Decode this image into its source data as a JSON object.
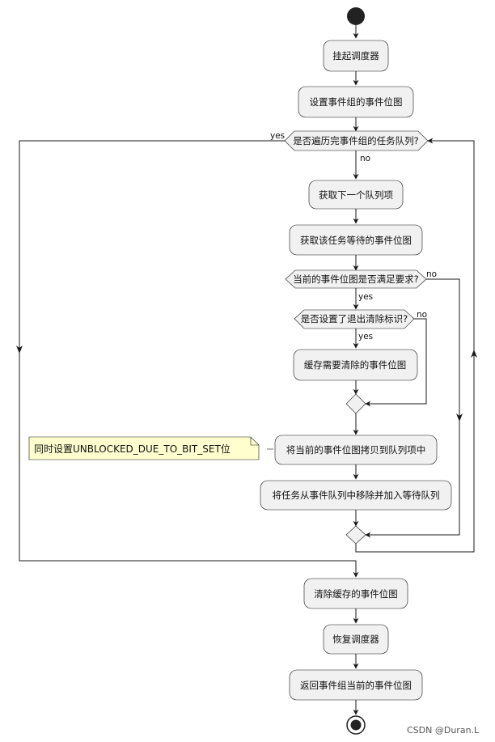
{
  "actions": {
    "suspend_scheduler": "挂起调度器",
    "set_event_bits": "设置事件组的事件位图",
    "get_next_item": "获取下一个队列项",
    "get_wait_bits": "获取该任务等待的事件位图",
    "cache_clear_bits": "缓存需要清除的事件位图",
    "copy_bits": "将当前的事件位图拷贝到队列项中",
    "move_task": "将任务从事件队列中移除并加入等待队列",
    "clear_cached_bits": "清除缓存的事件位图",
    "resume_scheduler": "恢复调度器",
    "return_bits": "返回事件组当前的事件位图"
  },
  "decisions": {
    "list_done": "是否遍历完事件组的任务队列?",
    "bits_satisfied": "当前的事件位图是否满足要求?",
    "clear_on_exit": "是否设置了退出清除标识?"
  },
  "edge_labels": {
    "list_done_yes": "yes",
    "list_done_no": "no",
    "satisfied_yes": "yes",
    "satisfied_no": "no",
    "clear_yes": "yes",
    "clear_no": "no"
  },
  "note": "同时设置UNBLOCKED_DUE_TO_BIT_SET位",
  "watermark": "CSDN @Duran.L",
  "colors": {
    "node_fill": "#f1f1f1",
    "node_stroke": "#181818",
    "note_fill": "#fefece",
    "start_fill": "#222222"
  }
}
